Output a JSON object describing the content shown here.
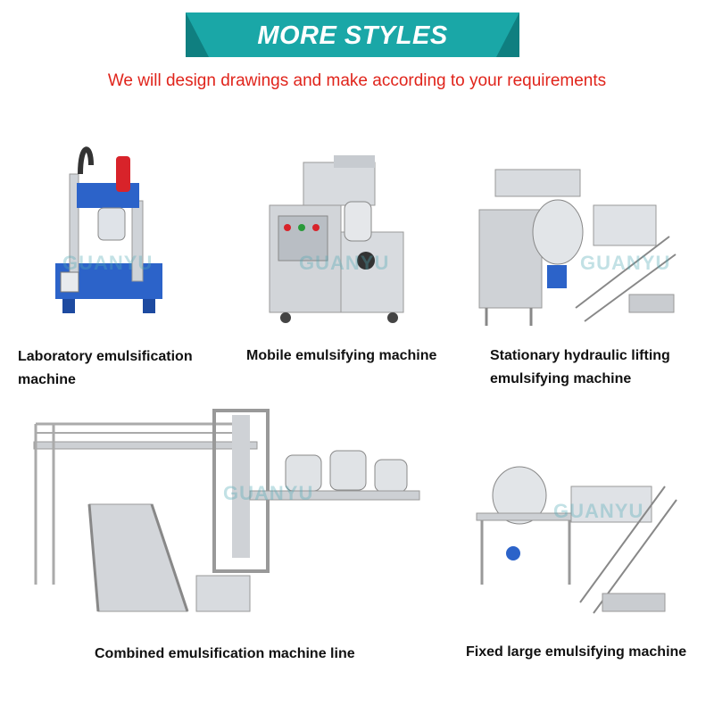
{
  "header": {
    "title": "MORE STYLES",
    "subtitle": "We will design drawings and make according to your requirements"
  },
  "colors": {
    "banner": "#1aa7a7",
    "banner_dark": "#0f7f80",
    "subtitle": "#e0241b",
    "steel": "#c9ccd0",
    "machine_blue": "#2c63c9",
    "accent_red": "#d8232a"
  },
  "products": [
    {
      "label_line1": "Laboratory emulsification",
      "label_line2": "machine"
    },
    {
      "label_line1": "Mobile emulsifying machine",
      "label_line2": ""
    },
    {
      "label_line1": "Stationary hydraulic lifting",
      "label_line2": "emulsifying machine"
    },
    {
      "label_line1": "Combined emulsification machine line",
      "label_line2": ""
    },
    {
      "label_line1": "Fixed large emulsifying machine",
      "label_line2": ""
    }
  ],
  "watermark": {
    "text": "GUANYU"
  }
}
